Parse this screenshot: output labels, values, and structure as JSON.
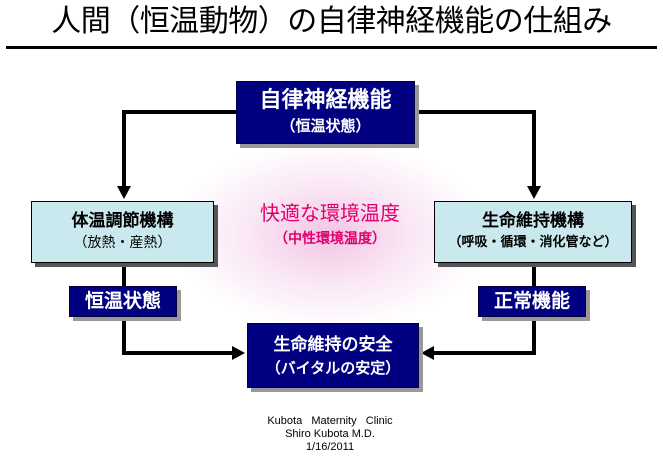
{
  "title": "人間（恒温動物）の自律神経機能の仕組み",
  "top_box": {
    "main": "自律神経機能",
    "sub": "（恒温状態）"
  },
  "left_box": {
    "main": "体温調節機構",
    "sub": "（放熱・産熱）"
  },
  "right_box": {
    "main": "生命維持機構",
    "sub": "（呼吸・循環・消化管など）"
  },
  "center": {
    "main": "快適な環境温度",
    "sub": "（中性環境温度）"
  },
  "left_label": "恒温状態",
  "right_label": "正常機能",
  "bottom_box": {
    "main": "生命維持の安全",
    "sub": "（バイタルの安定）"
  },
  "credit": {
    "line1": "Kubota   Maternity   Clinic",
    "line2": "Shiro Kubota M.D.",
    "line3": "1/16/2011"
  },
  "colors": {
    "navy": "#000080",
    "light_box": "#c9e9ef",
    "center_text": "#e0006f",
    "glow": "#e896cd"
  }
}
